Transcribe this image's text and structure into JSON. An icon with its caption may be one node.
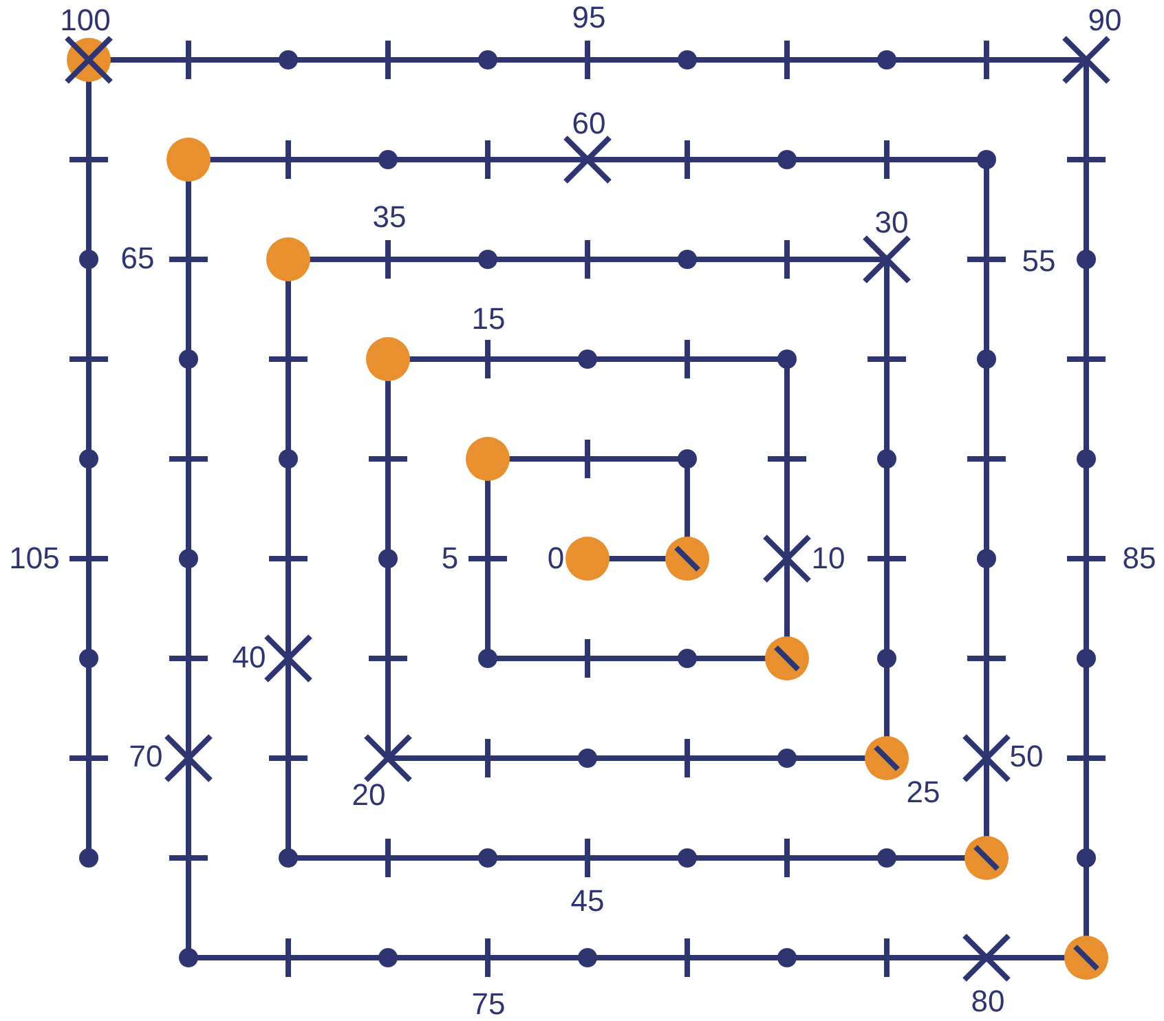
{
  "diagram": {
    "labels": [
      "95",
      "100",
      "90",
      "60",
      "35",
      "30",
      "65",
      "55",
      "15",
      "105",
      "5",
      "0",
      "10",
      "85",
      "40",
      "70",
      "50",
      "25",
      "20",
      "45",
      "80",
      "75"
    ]
  }
}
